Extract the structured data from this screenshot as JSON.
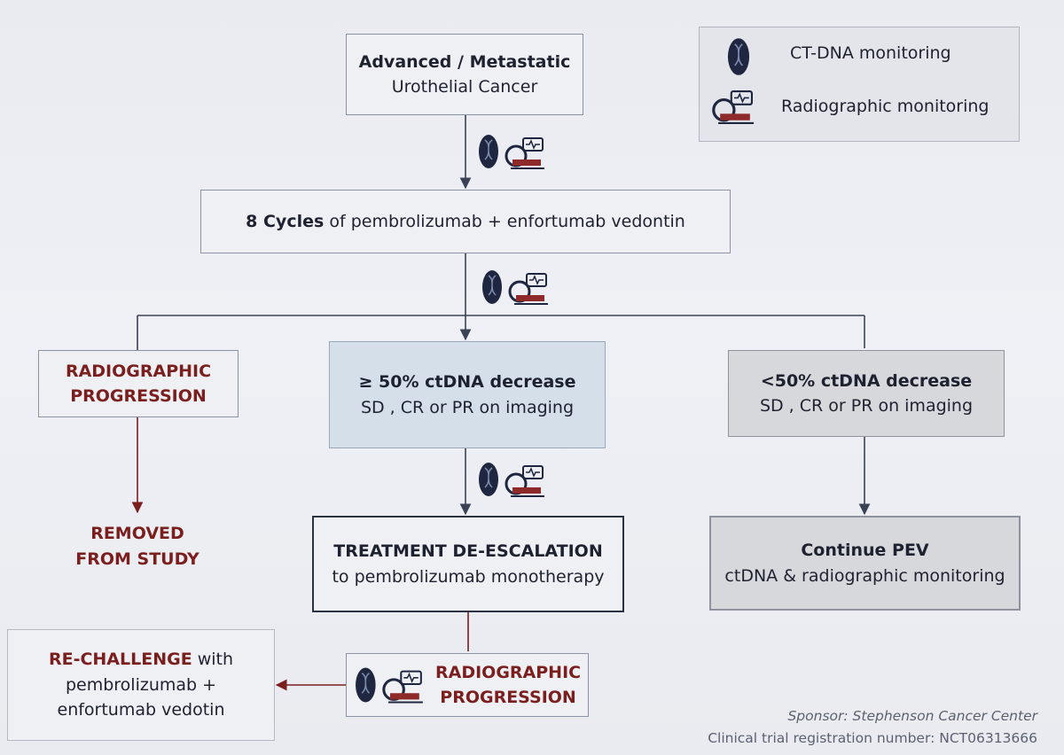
{
  "start": {
    "line1": "Advanced / Metastatic",
    "line2": "Urothelial Cancer"
  },
  "cycles": {
    "bold": "8 Cycles",
    "rest": " of pembrolizumab + enfortumab vedontin"
  },
  "left": {
    "line1": "RADIOGRAPHIC",
    "line2": "PROGRESSION",
    "removed1": "REMOVED",
    "removed2": "FROM STUDY"
  },
  "center": {
    "line1": "≥ 50% ctDNA decrease",
    "line2": "SD , CR or PR on imaging"
  },
  "right": {
    "line1": "<50% ctDNA decrease",
    "line2": "SD , CR or PR on imaging"
  },
  "deescalation": {
    "line1": "TREATMENT DE-ESCALATION",
    "line2": "to pembrolizumab monotherapy"
  },
  "continue": {
    "line1": "Continue PEV",
    "line2": "ctDNA & radiographic monitoring"
  },
  "progression2": {
    "line1": "RADIOGRAPHIC",
    "line2": "PROGRESSION"
  },
  "rechallenge": {
    "bold": "RE-CHALLENGE",
    "rest": " with",
    "line2": "pembrolizumab +",
    "line3": "enfortumab vedotin"
  },
  "legend": {
    "ctdna": "CT-DNA monitoring",
    "radio": "Radiographic monitoring"
  },
  "sponsor": {
    "line1": "Sponsor: Stephenson Cancer Center",
    "line2": "Clinical trial registration number: NCT06313666"
  },
  "colors": {
    "accent_red": "#7a1e1e",
    "blue_box": "#d5dfea",
    "grey_box": "#d6d8dc",
    "icon_navy": "#1f2740"
  },
  "icons": [
    "dna-icon",
    "scanner-icon"
  ]
}
